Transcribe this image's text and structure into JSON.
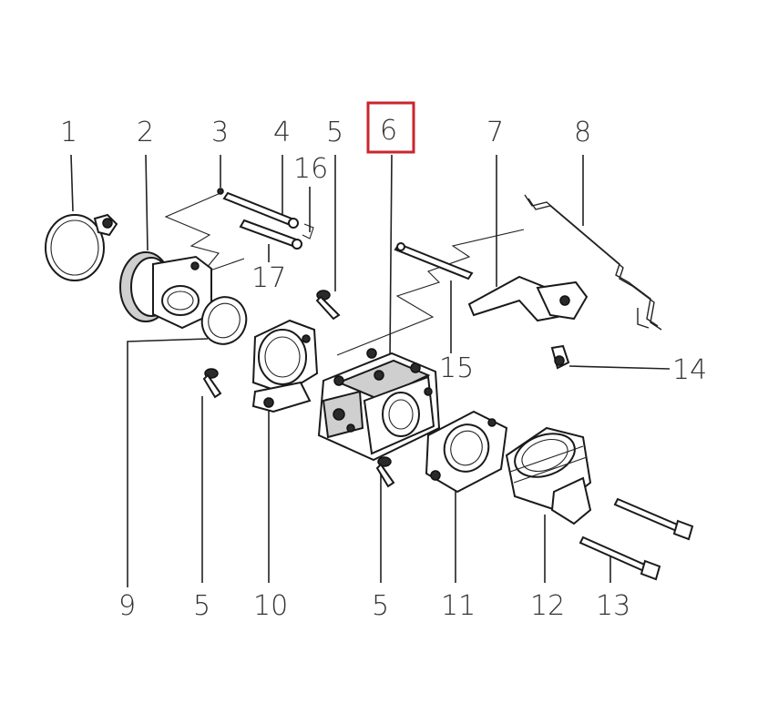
{
  "callouts": {
    "c1": "1",
    "c2": "2",
    "c3": "3",
    "c4": "4",
    "c5a": "5",
    "c6": "6",
    "c7": "7",
    "c8": "8",
    "c16": "16",
    "c17": "17",
    "c15": "15",
    "c14": "14",
    "c9": "9",
    "c5b": "5",
    "c10": "10",
    "c5c": "5",
    "c11": "11",
    "c12": "12",
    "c13": "13"
  },
  "highlight": {
    "part": "6",
    "color": "#c8262d"
  }
}
